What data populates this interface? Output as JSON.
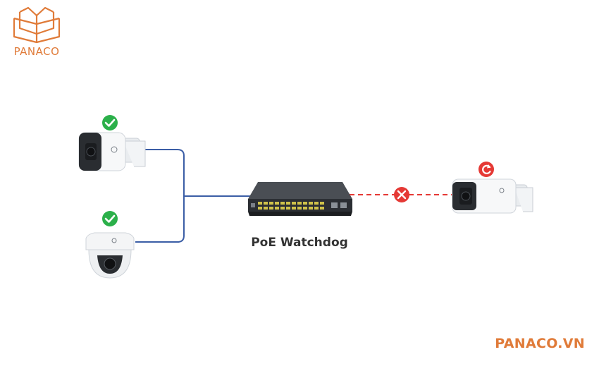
{
  "brand": {
    "name": "PANACO",
    "url": "PANACO.VN",
    "color": "#E07B39",
    "logo_icon": "open-book-logo-icon"
  },
  "diagram": {
    "switch_label": "PoE Watchdog",
    "link_ok_color": "#3B5EA6",
    "link_fail_color": "#E53935",
    "status_ok_color": "#2BB04A",
    "status_fail_color": "#E53935",
    "devices": [
      {
        "id": "bullet-camera-1",
        "status": "ok",
        "icon": "check-icon"
      },
      {
        "id": "dome-camera",
        "status": "ok",
        "icon": "check-icon"
      },
      {
        "id": "bullet-camera-2",
        "status": "restarting",
        "icon": "refresh-icon",
        "link_icon": "x-icon"
      }
    ]
  }
}
